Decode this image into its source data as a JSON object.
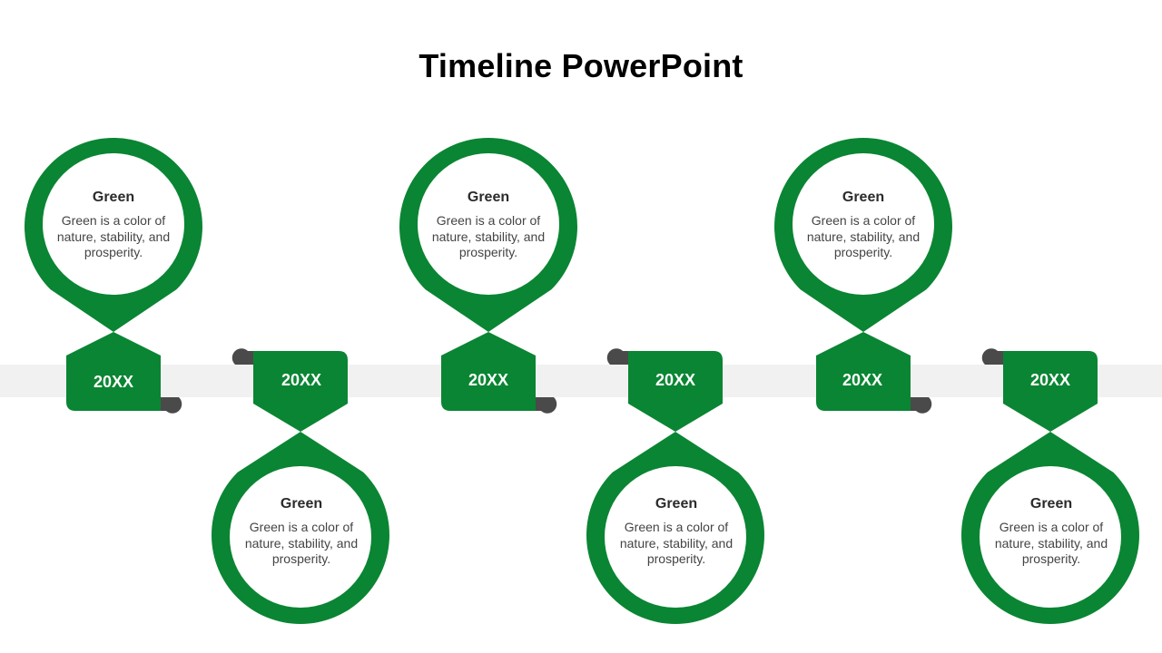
{
  "slide": {
    "title": "Timeline PowerPoint"
  },
  "colors": {
    "accent": "#0a8533",
    "band": "#f1f1f1",
    "curl": "#4a4a4a"
  },
  "milestones": [
    {
      "year": "20XX",
      "title": "Green",
      "description": "Green is a color of nature, stability, and prosperity.",
      "pin": "top"
    },
    {
      "year": "20XX",
      "title": "Green",
      "description": "Green is a color of nature, stability, and prosperity.",
      "pin": "bottom"
    },
    {
      "year": "20XX",
      "title": "Green",
      "description": "Green is a color of nature, stability, and prosperity.",
      "pin": "top"
    },
    {
      "year": "20XX",
      "title": "Green",
      "description": "Green is a color of nature, stability, and prosperity.",
      "pin": "bottom"
    },
    {
      "year": "20XX",
      "title": "Green",
      "description": "Green is a color of nature, stability, and prosperity.",
      "pin": "top"
    },
    {
      "year": "20XX",
      "title": "Green",
      "description": "Green is a color of nature, stability, and prosperity.",
      "pin": "bottom"
    }
  ]
}
